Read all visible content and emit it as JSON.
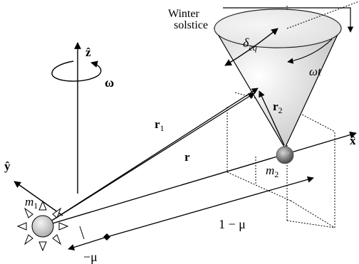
{
  "labels": {
    "winter_line1": "Winter",
    "winter_line2": "solstice",
    "z_axis": "ẑ",
    "y_axis": "ŷ",
    "x_axis": "x̂",
    "omega": "ω",
    "delta_eq": "δ",
    "delta_eq_sub": "eq",
    "omega_t": "ωt",
    "r1": "r",
    "r1_sub": "1",
    "r": "r",
    "r2": "r",
    "r2_sub": "2",
    "m1": "m",
    "m1_sub": "1",
    "m2": "m",
    "m2_sub": "2",
    "one_minus_mu": "1 − μ",
    "minus_mu": "−μ"
  },
  "colors": {
    "line": "#000000",
    "cone_fill": "#e6e6e6",
    "cone_top": "#f2f2f2",
    "sun": "#cfcfcf",
    "earth": "#8a8a8a"
  }
}
